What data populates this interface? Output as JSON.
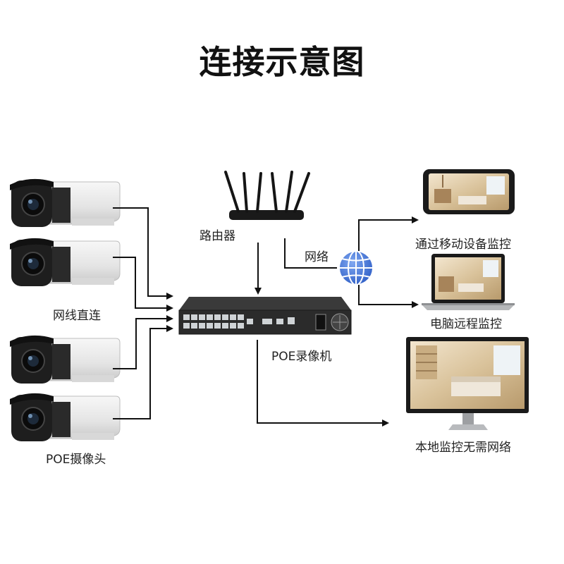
{
  "title": "连接示意图",
  "labels": {
    "router": "路由器",
    "network": "网络",
    "mobile": "通过移动设备监控",
    "pc": "电脑远程监控",
    "nvr": "POE录像机",
    "cable": "网线直连",
    "camera": "POE摄像头",
    "local": "本地监控无需网络"
  },
  "colors": {
    "arrow": "#111111",
    "globe": "#3a6fd8"
  }
}
